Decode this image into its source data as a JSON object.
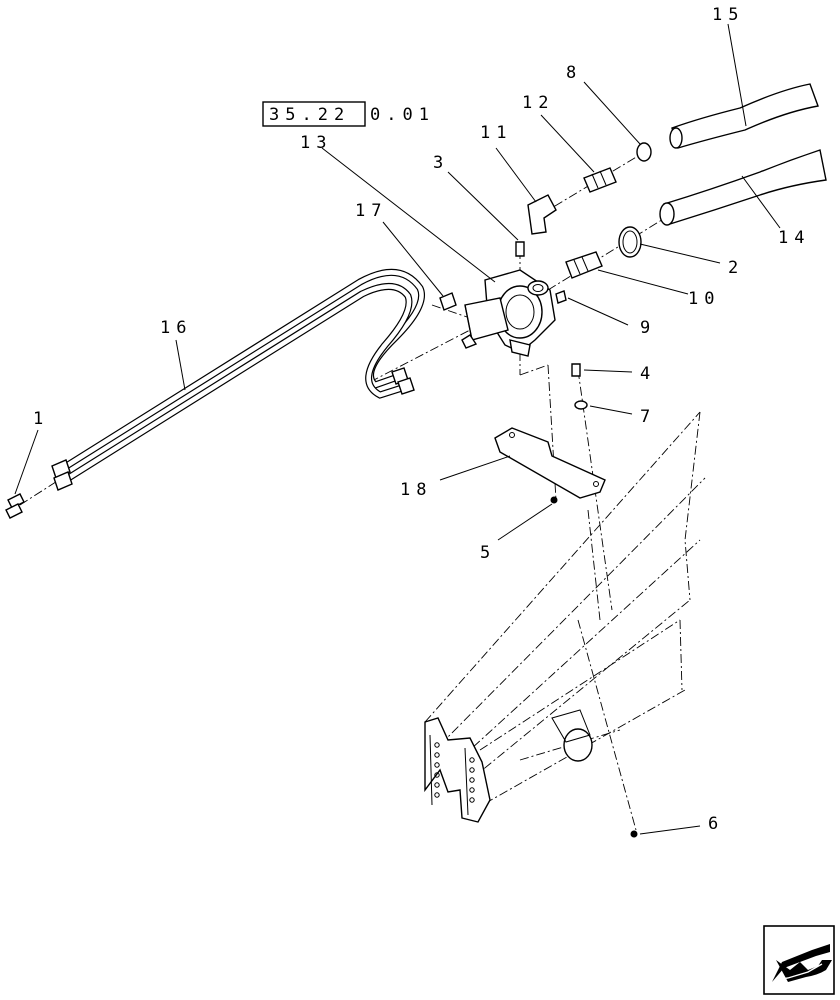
{
  "reference": {
    "boxed": "35.22",
    "suffix": "0.01"
  },
  "callouts": [
    {
      "id": "c1",
      "text": "1"
    },
    {
      "id": "c2",
      "text": "2"
    },
    {
      "id": "c3",
      "text": "3"
    },
    {
      "id": "c4",
      "text": "4"
    },
    {
      "id": "c5",
      "text": "5"
    },
    {
      "id": "c6",
      "text": "6"
    },
    {
      "id": "c7",
      "text": "7"
    },
    {
      "id": "c8",
      "text": "8"
    },
    {
      "id": "c9",
      "text": "9"
    },
    {
      "id": "c10",
      "text": "10"
    },
    {
      "id": "c11",
      "text": "11"
    },
    {
      "id": "c12",
      "text": "12"
    },
    {
      "id": "c13",
      "text": "13"
    },
    {
      "id": "c14",
      "text": "14"
    },
    {
      "id": "c15",
      "text": "15"
    },
    {
      "id": "c16",
      "text": "16"
    },
    {
      "id": "c17",
      "text": "17"
    },
    {
      "id": "c18",
      "text": "18"
    }
  ],
  "icons": {
    "corner": "previous-page-arrow-icon"
  }
}
